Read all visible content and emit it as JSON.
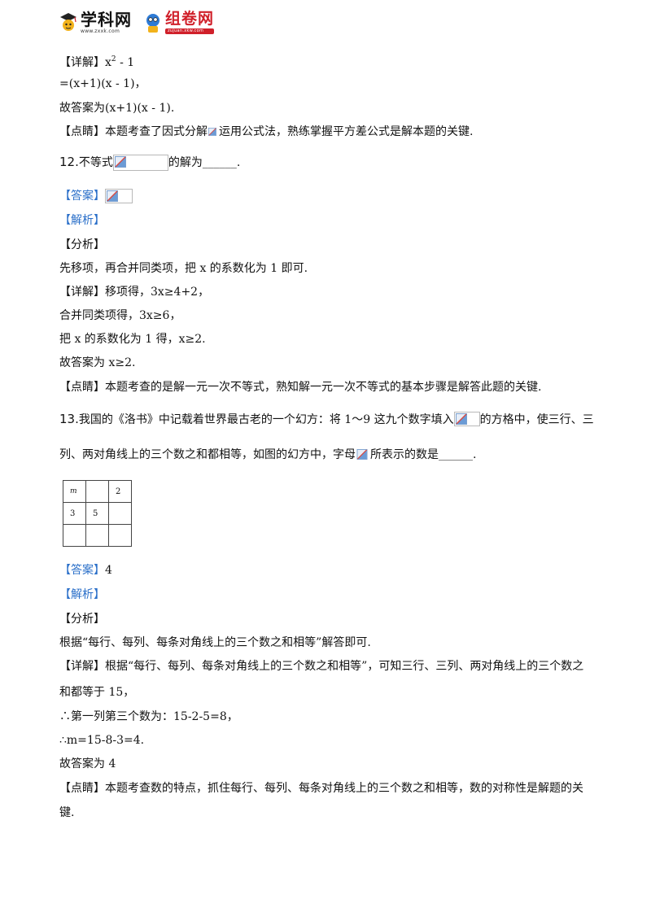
{
  "header": {
    "logo1": {
      "name": "学科网",
      "sub": "www.zxxk.com"
    },
    "logo2": {
      "name": "组卷网",
      "sub": "zujuan.xkw.com"
    }
  },
  "q11": {
    "detail_tag": "【详解】",
    "detail_expr": "x",
    "detail_exp": "2",
    "detail_rest": " - 1",
    "step1": "=(x+1)(x - 1)，",
    "answer_line": "故答案为(x+1)(x - 1).",
    "point_tag": "【点睛】",
    "point_a": "本题考查了因式分解",
    "point_b": "运用公式法，熟练掌握平方差公式是解本题的关键."
  },
  "q12": {
    "num": "12.",
    "text_a": "不等式",
    "text_b": "的解为______.",
    "answer_tag": "【答案】",
    "analysis_tag": "【解析】",
    "fenxi_tag": "【分析】",
    "fenxi_text": "先移项，再合并同类项，把 x 的系数化为 1 即可.",
    "detail_tag": "【详解】",
    "detail_text": "移项得，3x≥4+2，",
    "step2": "合并同类项得，3x≥6，",
    "step3": "把 x 的系数化为 1 得，x≥2.",
    "answer_line": "故答案为 x≥2.",
    "point_tag": "【点睛】",
    "point_text": "本题考查的是解一元一次不等式，熟知解一元一次不等式的基本步骤是解答此题的关键."
  },
  "q13": {
    "num": "13.",
    "text_a": "我国的《洛书》中记载着世界最古老的一个幻方：将 1～9 这九个数字填入",
    "text_b": "的方格中，使三行、三",
    "text_c": "列、两对角线上的三个数之和都相等，如图的幻方中，字母",
    "text_d": "所表示的数是______.",
    "grid": [
      [
        "m",
        "",
        "2"
      ],
      [
        "3",
        "5",
        ""
      ],
      [
        "",
        "",
        ""
      ]
    ],
    "answer_tag": "【答案】",
    "answer_value": "4",
    "analysis_tag": "【解析】",
    "fenxi_tag": "【分析】",
    "fenxi_text": "根据“每行、每列、每条对角线上的三个数之和相等”解答即可.",
    "detail_tag": "【详解】",
    "detail_text": "根据“每行、每列、每条对角线上的三个数之和相等”，可知三行、三列、两对角线上的三个数之",
    "detail_cont": "和都等于 15，",
    "step1": "∴第一列第三个数为：15-2-5=8，",
    "step2": "∴m=15-8-3=4.",
    "answer_line": "故答案为 4",
    "point_tag": "【点睛】",
    "point_text": "本题考查数的特点，抓住每行、每列、每条对角线上的三个数之和相等，数的对称性是解题的关",
    "point_cont": "键."
  }
}
